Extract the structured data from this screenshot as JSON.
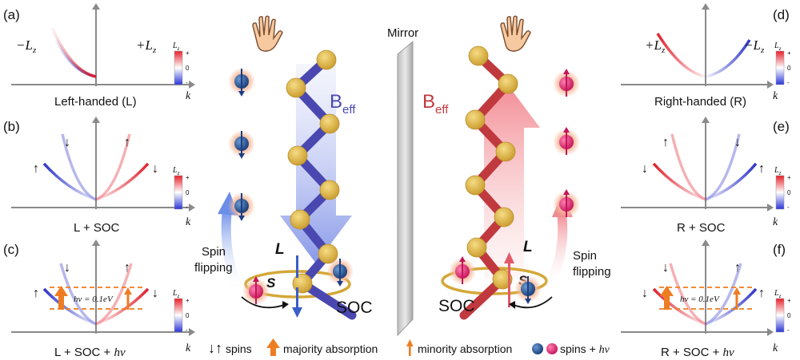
{
  "panels": {
    "a": {
      "tag": "(a)",
      "caption": "Left-handed (L)",
      "left_label": "−L",
      "left_sub": "z",
      "right_label": "+L",
      "right_sub": "z"
    },
    "b": {
      "tag": "(b)",
      "caption": "L + SOC"
    },
    "c": {
      "tag": "(c)",
      "caption_prefix": "L + SOC + ",
      "caption_hv": "hν",
      "hv_text": "hν = 0.1eV"
    },
    "d": {
      "tag": "(d)",
      "caption": "Right-handed (R)",
      "left_label": "+L",
      "left_sub": "z",
      "right_label": "−L",
      "right_sub": "z"
    },
    "e": {
      "tag": "(e)",
      "caption": "R + SOC"
    },
    "f": {
      "tag": "(f)",
      "caption_prefix": "R + SOC + ",
      "caption_hv": "hν",
      "hv_text": "hν = 0.1eV"
    }
  },
  "axis_k": "k",
  "colorbar": {
    "title": "L",
    "title_sub": "z",
    "plus": "+",
    "zero": "0",
    "minus": "-"
  },
  "center": {
    "mirror_label": "Mirror",
    "beff_label": "B",
    "beff_sub": "eff",
    "L_label": "L",
    "S_label": "S",
    "soc_label": "SOC",
    "spin_flip_line1": "Spin",
    "spin_flip_line2": "flipping"
  },
  "legend": {
    "arrows_symbol": "↓↑",
    "spins": "spins",
    "majority": "majority absorption",
    "minority": "minority absorption",
    "spins_hv_prefix": "spins + ",
    "spins_hv": "hν"
  },
  "colors": {
    "blue": "#3a3fd0",
    "red": "#e0303c",
    "gold": "#d4a838",
    "orange": "#ee7d22",
    "helix_blue": "#4a48b0",
    "helix_red": "#c0393e"
  }
}
